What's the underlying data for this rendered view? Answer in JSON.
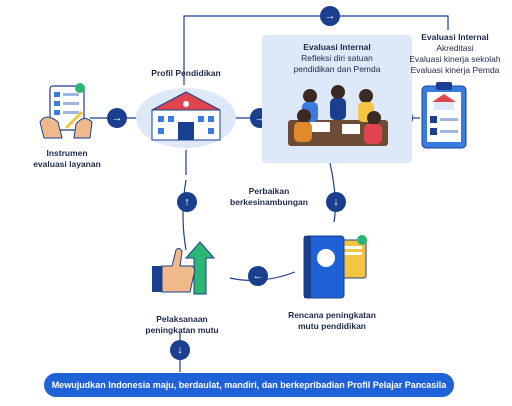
{
  "profil": {
    "title": "Profil Pendidikan"
  },
  "instrumen": {
    "line1": "Instrumen",
    "line2": "evaluasi layanan"
  },
  "evaluasi_internal": {
    "title": "Evaluasi Internal",
    "line1": "Refleksi diri satuan",
    "line2": "pendidikan dan Pemda"
  },
  "evaluasi_eksternal": {
    "title": "Evaluasi Internal",
    "items": [
      "Akreditasi",
      "Evaluasi kinerja sekolah",
      "Evaluasi kinerja Pemda"
    ]
  },
  "center": {
    "line1": "Perbaikan",
    "line2": "berkesinambungan"
  },
  "rencana": {
    "line1": "Rencana peningkatan",
    "line2": "mutu pendidikan"
  },
  "pelaksanaan": {
    "line1": "Pelaksanaan",
    "line2": "peningkatan mutu"
  },
  "banner": {
    "text": "Mewujudkan Indonesia maju, berdaulat, mandiri, dan berkepribadian Profil Pelajar Pancasila"
  },
  "colors": {
    "navy": "#1a3f8f",
    "blue": "#1f62d8",
    "panel": "#dde9f8"
  }
}
